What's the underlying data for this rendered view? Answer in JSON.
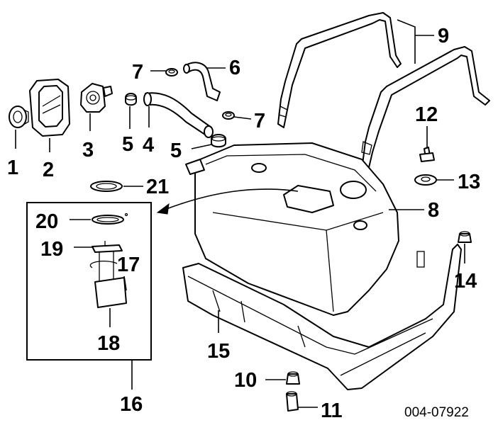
{
  "drawing_number": "004-07922",
  "callouts": {
    "c1": "1",
    "c2": "2",
    "c3": "3",
    "c4": "4",
    "c5a": "5",
    "c5b": "5",
    "c6": "6",
    "c7a": "7",
    "c7b": "7",
    "c8": "8",
    "c9": "9",
    "c10": "10",
    "c11": "11",
    "c12": "12",
    "c13": "13",
    "c14": "14",
    "c15": "15",
    "c16": "16",
    "c17": "17",
    "c18": "18",
    "c19": "19",
    "c20": "20",
    "c21": "21"
  },
  "icons": [
    "fuel-tank",
    "skid-plate",
    "tank-straps",
    "fuel-pump-module",
    "filler-hose",
    "vent-hose",
    "hose-clamps",
    "gaskets",
    "bolt",
    "washer",
    "grommet",
    "fuel-cap",
    "filler-housing"
  ],
  "colors": {
    "line": "#000000",
    "background": "#ffffff"
  }
}
